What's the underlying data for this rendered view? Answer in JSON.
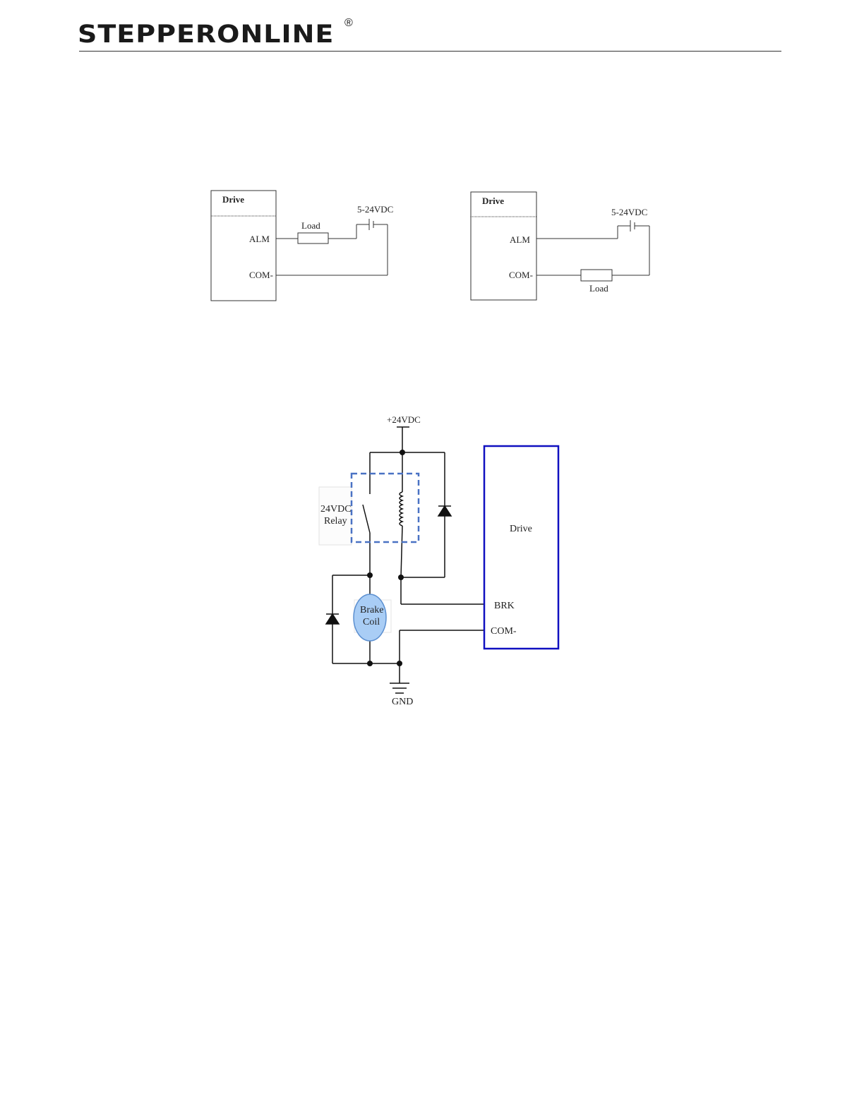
{
  "header": {
    "logo_text": "STEPPERONLINE",
    "logo_mark": "®"
  },
  "alarm_diagram_left": {
    "drive_label": "Drive",
    "alm_label": "ALM",
    "com_label": "COM-",
    "load_label": "Load",
    "supply_label": "5-24VDC"
  },
  "alarm_diagram_right": {
    "drive_label": "Drive",
    "alm_label": "ALM",
    "com_label": "COM-",
    "load_label": "Load",
    "supply_label": "5-24VDC"
  },
  "brake_diagram": {
    "supply_label": "+24VDC",
    "relay_label_line1": "24VDC",
    "relay_label_line2": "Relay",
    "coil_label_line1": "Brake",
    "coil_label_line2": "Coil",
    "drive_label": "Drive",
    "brk_label": "BRK",
    "com_label": "COM-",
    "gnd_label": "GND"
  },
  "colors": {
    "drive_box_border": "#1010c0",
    "relay_dash": "#4a72c4",
    "coil_fill": "#a9cdf5",
    "coil_border": "#5b8fd0"
  }
}
